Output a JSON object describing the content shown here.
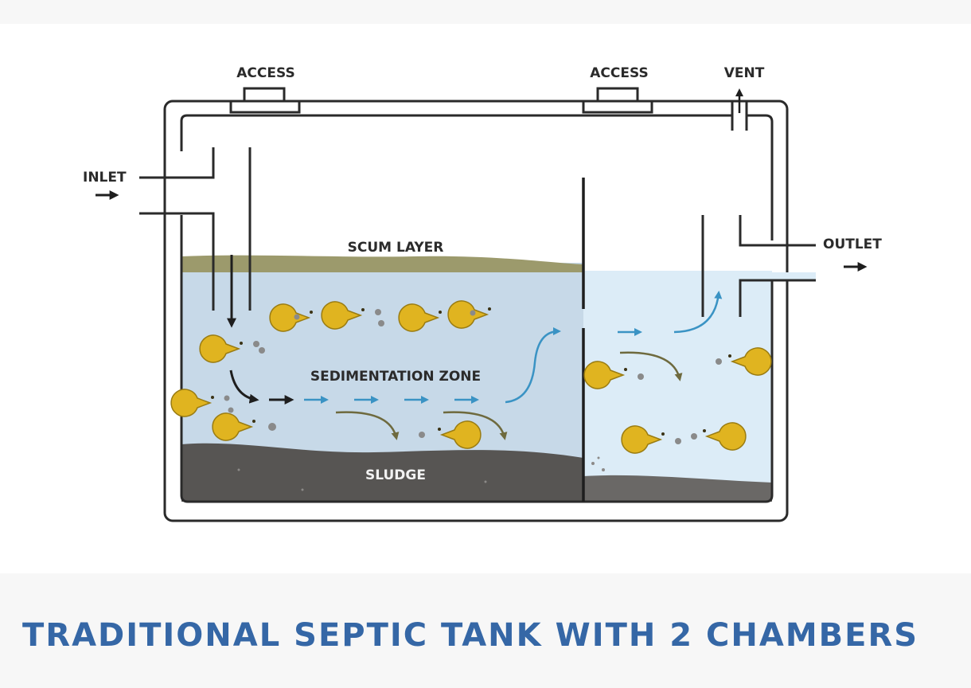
{
  "labels": {
    "access_left": "ACCESS",
    "access_right": "ACCESS",
    "vent": "VENT",
    "inlet": "INLET",
    "outlet": "OUTLET",
    "scum_layer": "SCUM LAYER",
    "sedimentation_zone": "SEDIMENTATION ZONE",
    "sludge": "SLUDGE"
  },
  "caption": "TRADITIONAL SEPTIC TANK WITH 2 CHAMBERS",
  "colors": {
    "caption": "#3567a6",
    "water_chamber_1": "#c7d9e8",
    "water_chamber_2": "#dcecf7",
    "scum": "#9c9a6c",
    "sludge": "#575553",
    "tank_outline": "#2a2a2a",
    "flow_arrow_blue": "#3a93c4",
    "flow_arrow_olive": "#6e6a3e",
    "bacteria": "#e0b420"
  },
  "icons": [
    "arrow-right-icon",
    "arrow-up-icon",
    "bacteria-icon"
  ]
}
